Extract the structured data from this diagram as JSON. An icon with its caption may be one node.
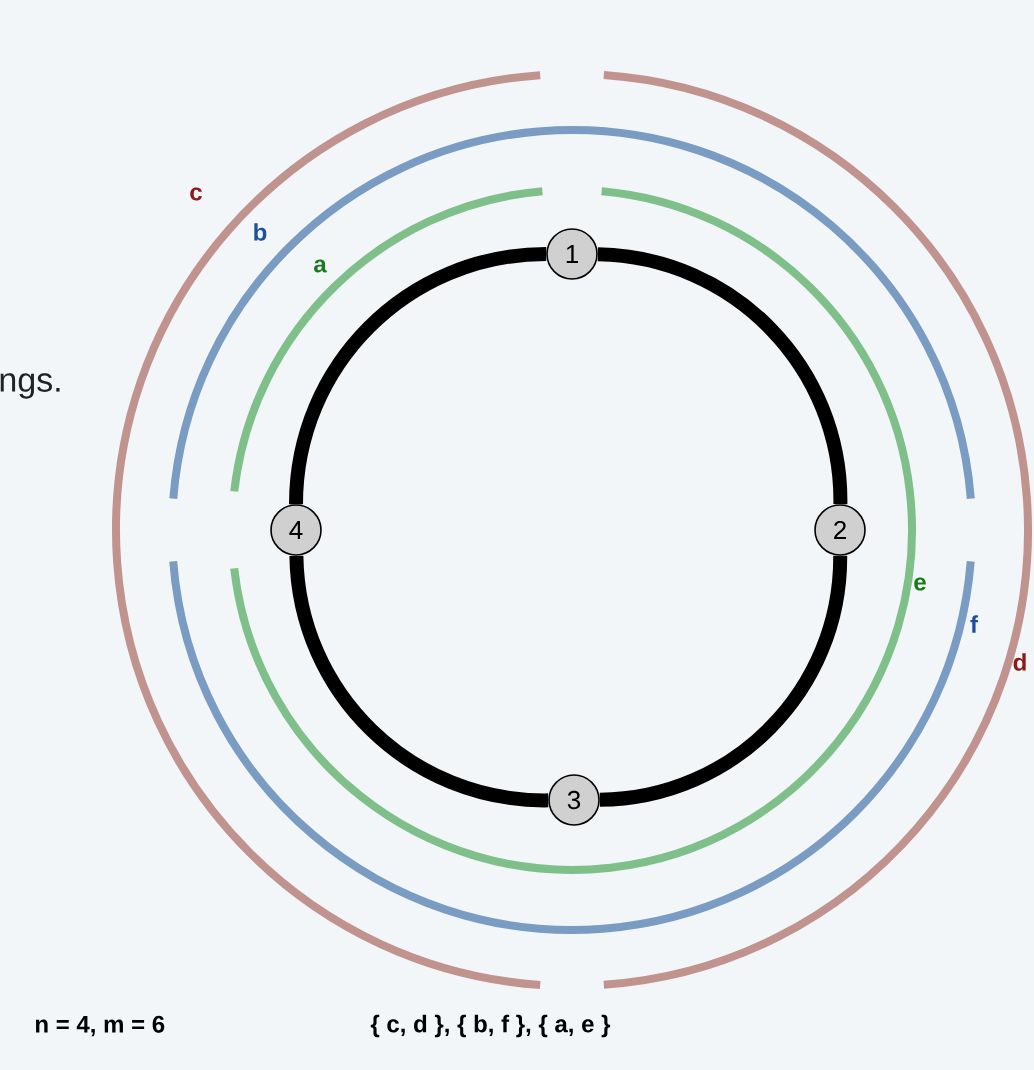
{
  "diagram": {
    "nodes": [
      {
        "text": [
          "1"
        ]
      },
      {
        "text": [
          "2"
        ]
      },
      {
        "text": [
          "3"
        ]
      },
      {
        "text": [
          "4"
        ]
      }
    ],
    "edges": [
      {
        "from": 0,
        "to": 1,
        "arrow": "none"
      },
      {
        "from": 1,
        "to": 2,
        "arrow": "none"
      },
      {
        "from": 2,
        "to": 3,
        "arrow": "none"
      },
      {
        "from": 3,
        "to": 0,
        "arrow": "none"
      }
    ],
    "labels": [
      "ngs.",
      "c",
      "b",
      "a",
      "e",
      "f",
      "d",
      "n = 4, m = 6",
      "{ c, d }, { b, f }, { a, e }"
    ]
  }
}
